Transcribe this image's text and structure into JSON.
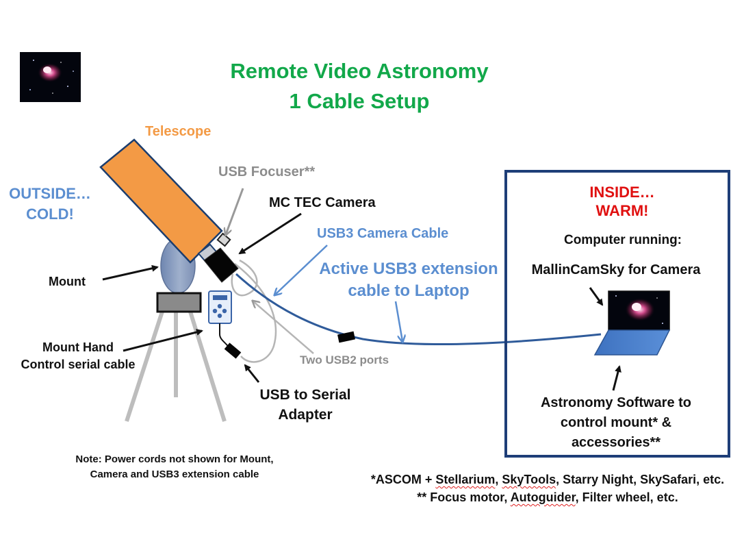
{
  "title": {
    "line1": "Remote Video Astronomy",
    "line2": "1 Cable Setup"
  },
  "colors": {
    "title": "#12a84a",
    "telescope": "#f39a45",
    "cable": "#2f5b9a",
    "inside_box": "#1e3e78",
    "outside_label": "#5b8ed0",
    "inside_label": "#e01010",
    "usb2_label": "#8c8c8c"
  },
  "labels": {
    "telescope": "Telescope",
    "usb_focuser": "USB Focuser**",
    "mc_tec_camera": "MC TEC Camera",
    "usb3_camera_cable": "USB3 Camera Cable",
    "active_usb3_line1": "Active USB3 extension",
    "active_usb3_line2": "cable to Laptop",
    "mount": "Mount",
    "hand_control_line1": "Mount Hand",
    "hand_control_line2": "Control serial cable",
    "two_usb2_ports": "Two USB2 ports",
    "usb_serial_line1": "USB to Serial",
    "usb_serial_line2": "Adapter",
    "outside_line1": "OUTSIDE…",
    "outside_line2": "COLD!",
    "inside_line1": "INSIDE…",
    "inside_line2": "WARM!",
    "computer_running": "Computer running:",
    "mallincamsky": "MallinCamSky for Camera",
    "astro_software_line1": "Astronomy Software to",
    "astro_software_line2": "control mount* &",
    "astro_software_line3": "accessories**"
  },
  "note": {
    "line1": "Note: Power cords not shown for Mount,",
    "line2": "Camera and USB3 extension cable"
  },
  "footnotes": {
    "line1": {
      "prefix": "*ASCOM + ",
      "stellarium": "Stellarium",
      "sep1": ", ",
      "skytools": "SkyTools",
      "rest": ", Starry Night, SkySafari, etc."
    },
    "line2": {
      "prefix": "** Focus motor, ",
      "autoguider": "Autoguider",
      "rest": ", Filter wheel, etc."
    }
  }
}
